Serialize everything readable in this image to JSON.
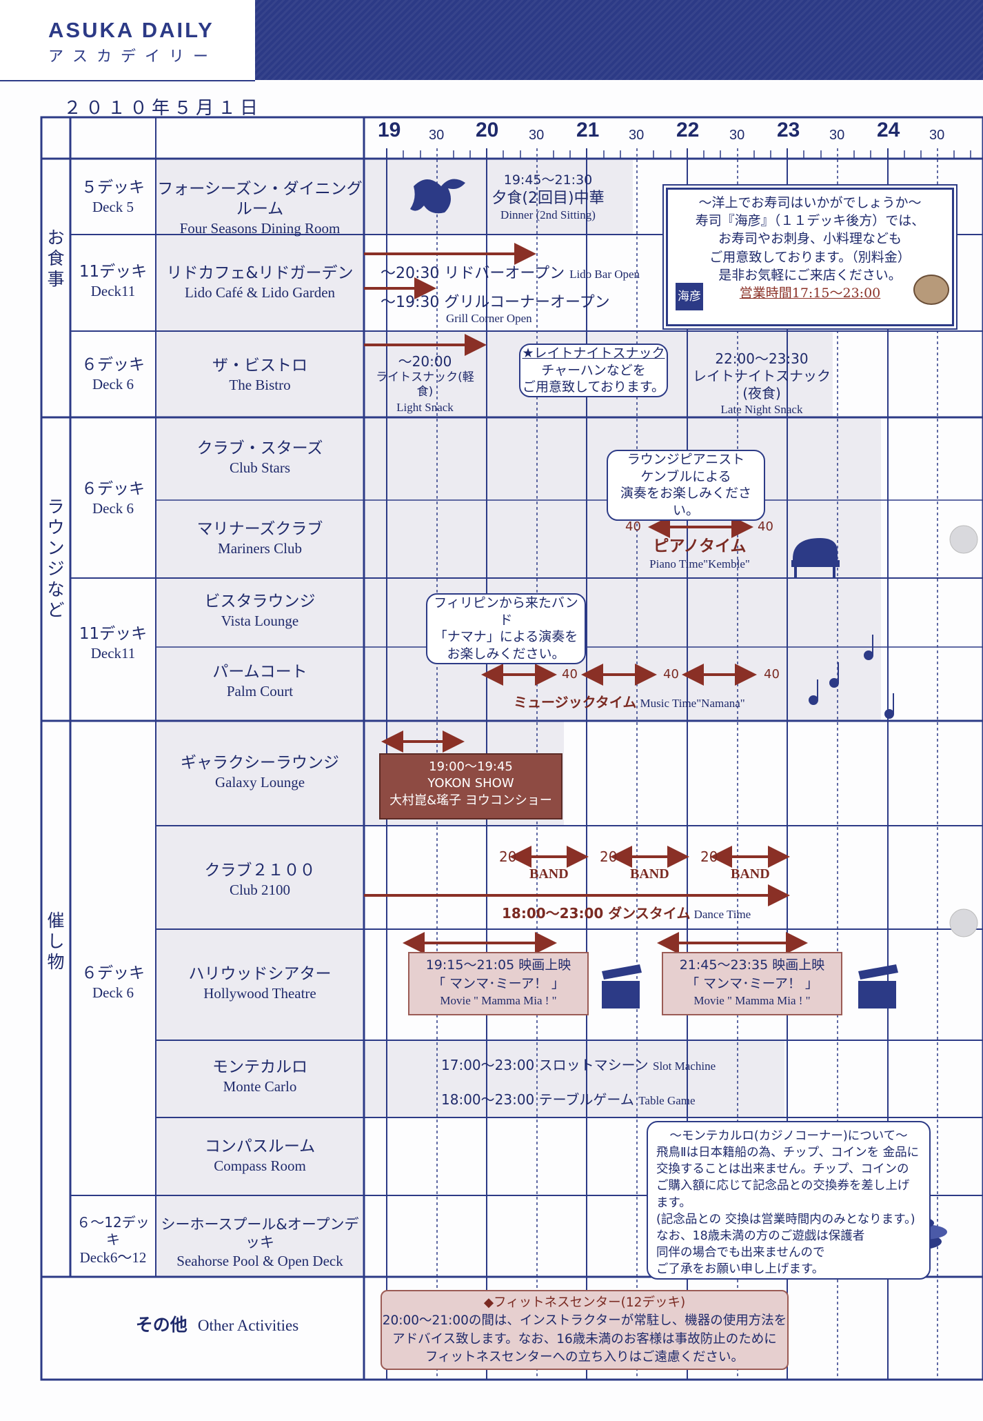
{
  "header": {
    "brand": "ASUKA DAILY",
    "brand_kana": "アスカデイリー",
    "date": "２０１０年５月１日"
  },
  "timeline": {
    "hours": [
      "19",
      "20",
      "21",
      "22",
      "23",
      "24"
    ],
    "half": "30"
  },
  "categories": {
    "dining": "お食事",
    "lounges": "ラウンジなど",
    "entertainment": "催し物"
  },
  "decks": {
    "d5": {
      "jp": "５デッキ",
      "en": "Deck 5"
    },
    "d11a": {
      "jp": "11デッキ",
      "en": "Deck11"
    },
    "d6a": {
      "jp": "６デッキ",
      "en": "Deck 6"
    },
    "d6b": {
      "jp": "６デッキ",
      "en": "Deck 6"
    },
    "d11b": {
      "jp": "11デッキ",
      "en": "Deck11"
    },
    "d6c": {
      "jp": "６デッキ",
      "en": "Deck 6"
    },
    "d612": {
      "jp": "６～12デッキ",
      "en": "Deck6～12"
    }
  },
  "venues": {
    "four_seasons": {
      "jp": "フォーシーズン・ダイニングルーム",
      "en": "Four Seasons Dining Room"
    },
    "lido": {
      "jp": "リドカフェ&リドガーデン",
      "en": "Lido Café & Lido Garden"
    },
    "bistro": {
      "jp": "ザ・ビストロ",
      "en": "The Bistro"
    },
    "club_stars": {
      "jp": "クラブ・スターズ",
      "en": "Club Stars"
    },
    "mariners": {
      "jp": "マリナーズクラブ",
      "en": "Mariners Club"
    },
    "vista": {
      "jp": "ビスタラウンジ",
      "en": "Vista Lounge"
    },
    "palm": {
      "jp": "パームコート",
      "en": "Palm Court"
    },
    "galaxy": {
      "jp": "ギャラクシーラウンジ",
      "en": "Galaxy Lounge"
    },
    "club2100": {
      "jp": "クラブ２１００",
      "en": "Club 2100"
    },
    "hollywood": {
      "jp": "ハリウッドシアター",
      "en": "Hollywood Theatre"
    },
    "monte": {
      "jp": "モンテカルロ",
      "en": "Monte Carlo"
    },
    "compass": {
      "jp": "コンパスルーム",
      "en": "Compass Room"
    },
    "seahorse": {
      "jp": "シーホースプール&オープンデッキ",
      "en": "Seahorse Pool & Open Deck"
    },
    "other": {
      "jp": "その他",
      "en": "Other Activities"
    }
  },
  "events": {
    "dinner_time": "19:45～21:30",
    "dinner_jp": "夕食(2回目)中華",
    "dinner_en": "Dinner (2nd Sitting)",
    "lido_bar_jp": "～20:30 リドバーオープン",
    "lido_bar_en": "Lido Bar Open",
    "grill_jp": "～19:30 グリルコーナーオープン",
    "grill_en": "Grill Corner Open",
    "light_time": "～20:00",
    "light_jp": "ライトスナック(軽食)",
    "light_en": "Light Snack",
    "late_bubble_1": "★レイトナイトスナック",
    "late_bubble_2": "チャーハンなどを",
    "late_bubble_3": "ご用意致しております。",
    "late_time": "22:00～23:30",
    "late_jp": "レイトナイトスナック(夜食)",
    "late_en": "Late Night Snack",
    "piano_bubble_1": "ラウンジピアニスト",
    "piano_bubble_2": "ケンブルによる",
    "piano_bubble_3": "演奏をお楽しみください。",
    "piano_40a": "40",
    "piano_40b": "40",
    "piano_jp": "ピアノタイム",
    "piano_en": "Piano Time\"Kemble\"",
    "band_bubble_1": "フィリピンから来たバンド",
    "band_bubble_2": "「ナマナ」による演奏を",
    "band_bubble_3": "お楽しみください。",
    "music_40a": "40",
    "music_40b": "40",
    "music_40c": "40",
    "music_jp": "ミュージックタイム",
    "music_en": "Music Time\"Namana\"",
    "yokon_time": "19:00～19:45",
    "yokon_en": "YOKON SHOW",
    "yokon_jp": "大村崑&瑤子 ヨウコンショー",
    "band_20a": "20",
    "band_20b": "20",
    "band_20c": "20",
    "band_label": "BAND",
    "dance_jp": "18:00～23:00 ダンスタイム",
    "dance_en": "Dance Time",
    "movie1_time": "19:15～21:05 映画上映",
    "movie2_time": "21:45～23:35 映画上映",
    "movie_title": "「 マンマ･ミーア！ 」",
    "movie_en": "Movie \" Mamma Mia ! \"",
    "slot_jp": "17:00～23:00 スロットマシーン",
    "slot_en": "Slot Machine",
    "table_jp": "18:00～23:00 テーブルゲーム",
    "table_en": "Table Game"
  },
  "sushi_box": {
    "line1": "～洋上でお寿司はいかがでしょうか～",
    "line2": "寿司『海彦』（１１デッキ後方）では、",
    "line3": "お寿司やお刺身、小料理なども",
    "line4": "ご用意致しております。（別料金）",
    "line5": "是非お気軽にご来店ください。",
    "hours": "営業時間17:15～23:00",
    "logo": "海彦"
  },
  "casino_note": {
    "title": "～モンテカルロ(カジノコーナー)について～",
    "l1": "飛鳥Ⅱは日本籍船の為、チップ、コインを 金品に",
    "l2": "交換することは出来ません。チップ、コインの",
    "l3": "ご購入額に応じて記念品との交換券を差し上げます。",
    "l4": "(記念品との 交換は営業時間内のみとなります。)",
    "l5": "なお、18歳未満の方のご遊戯は保護者",
    "l6": "同伴の場合でも出来ませんので",
    "l7": "ご了承をお願い申し上げます。"
  },
  "fitness": {
    "title": "◆フィットネスセンター(12デッキ)",
    "l1": "20:00～21:00の間は、インストラクターが常駐し、機器の使用方法を",
    "l2": "アドバイス致します。なお、16歳未満のお客様は事故防止のために",
    "l3": "フィットネスセンターへの立ち入りはご遠慮ください。"
  },
  "colors": {
    "navy": "#2c3a86",
    "brown_arrow": "#8a3026",
    "cell_gray": "#ecebf1",
    "pink": "#e6cfcf"
  }
}
